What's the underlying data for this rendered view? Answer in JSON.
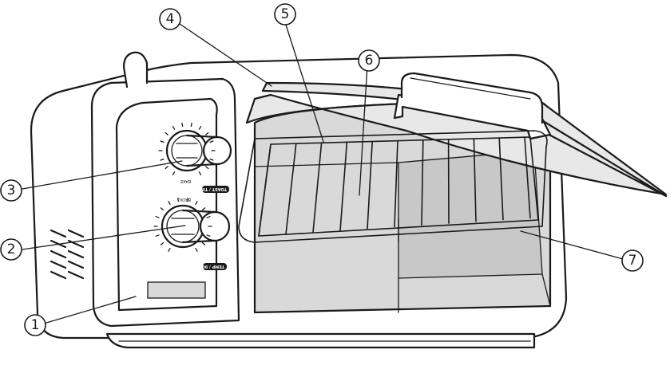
{
  "callouts": [
    {
      "id": "1",
      "label": "①"
    },
    {
      "id": "2",
      "label": "②"
    },
    {
      "id": "3",
      "label": "③"
    },
    {
      "id": "4",
      "label": "④"
    },
    {
      "id": "5",
      "label": "⑤"
    },
    {
      "id": "6",
      "label": "⑥"
    },
    {
      "id": "7",
      "label": "⑦"
    }
  ],
  "panel": {
    "temp_badge": "TEMP / 90°C",
    "toast_badge": "TOAST / TIMER",
    "bake_label": "BAKE",
    "broil_label": "BROIL"
  }
}
